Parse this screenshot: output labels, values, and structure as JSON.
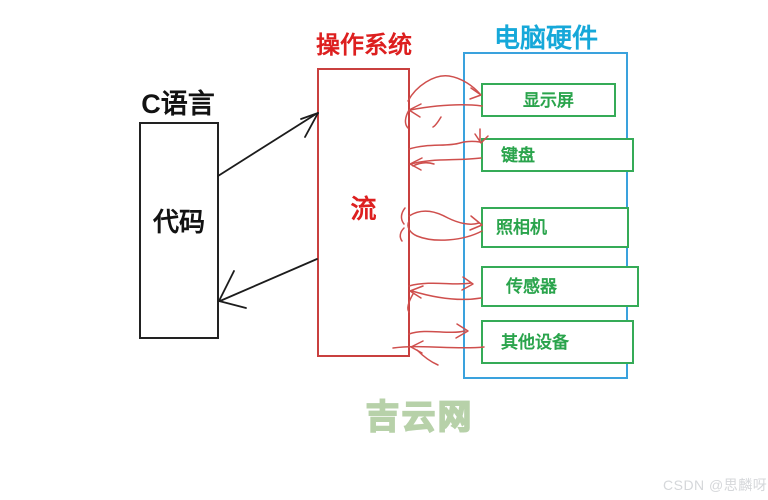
{
  "diagram": {
    "c_language": {
      "title": "C语言",
      "box_label": "代码"
    },
    "os": {
      "title": "操作系统",
      "box_label": "流"
    },
    "hardware": {
      "title": "电脑硬件",
      "devices": [
        {
          "label": "显示屏"
        },
        {
          "label": "键盘"
        },
        {
          "label": "照相机"
        },
        {
          "label": "传感器"
        },
        {
          "label": "其他设备"
        }
      ]
    }
  },
  "watermarks": {
    "site": "吉云网",
    "credit": "CSDN @思麟呀"
  },
  "colors": {
    "black_box_border": "#222222",
    "red_box_border": "#c9403f",
    "red_text": "#dd1f1f",
    "hand_arrow_red": "#cf4f4d",
    "blue_box_border": "#3aa2dd",
    "blue_title": "#16a8d9",
    "green_box_border": "#35ab57",
    "green_text": "#2aa44c",
    "watermark_green": "#b7d1a9",
    "watermark_gray": "#d5d7da"
  }
}
